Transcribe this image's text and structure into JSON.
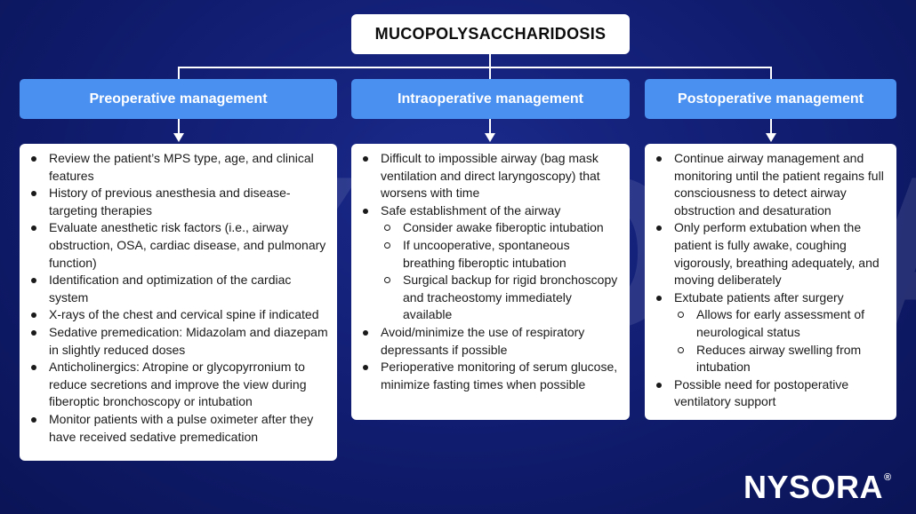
{
  "watermark_text": "NYSORA",
  "title": "MUCOPOLYSACCHARIDOSIS",
  "columns": [
    {
      "header": "Preoperative management",
      "items": [
        {
          "text": "Review the patient’s MPS type, age, and clinical features"
        },
        {
          "text": "History of previous anesthesia and disease-targeting therapies"
        },
        {
          "text": "Evaluate anesthetic risk factors (i.e., airway obstruction, OSA, cardiac disease, and pulmonary function)"
        },
        {
          "text": "Identification and optimization of the cardiac system"
        },
        {
          "text": "X-rays of the chest and cervical spine if indicated"
        },
        {
          "text": "Sedative premedication: Midazolam and diazepam in slightly reduced doses"
        },
        {
          "text": "Anticholinergics: Atropine or glycopyrronium to reduce secretions and improve the view during fiberoptic bronchoscopy or intubation"
        },
        {
          "text": "Monitor patients with a pulse oximeter after they have received sedative premedication"
        }
      ]
    },
    {
      "header": "Intraoperative management",
      "items": [
        {
          "text": "Difficult to impossible airway (bag mask ventilation and direct laryngoscopy) that worsens with time"
        },
        {
          "text": "Safe establishment of the airway",
          "sub": [
            "Consider awake fiberoptic intubation",
            "If uncooperative, spontaneous breathing fiberoptic intubation",
            "Surgical backup for rigid bronchoscopy and tracheostomy immediately available"
          ]
        },
        {
          "text": "Avoid/minimize the use of respiratory depressants if possible"
        },
        {
          "text": "Perioperative monitoring of serum glucose, minimize fasting times when possible"
        }
      ]
    },
    {
      "header": "Postoperative management",
      "items": [
        {
          "text": "Continue airway management and monitoring until the patient regains full consciousness to detect airway obstruction and desaturation"
        },
        {
          "text": "Only perform extubation when the patient is fully awake, coughing vigorously, breathing adequately, and moving deliberately"
        },
        {
          "text": "Extubate patients after surgery",
          "sub": [
            "Allows for early assessment of neurological status",
            "Reduces airway swelling from intubation"
          ]
        },
        {
          "text": "Possible need for postoperative ventilatory support"
        }
      ]
    }
  ],
  "logo_text": "NYSORA",
  "logo_reg": "®",
  "colors": {
    "background": "#101c6e",
    "header": "#4a90f0",
    "box": "#ffffff"
  }
}
